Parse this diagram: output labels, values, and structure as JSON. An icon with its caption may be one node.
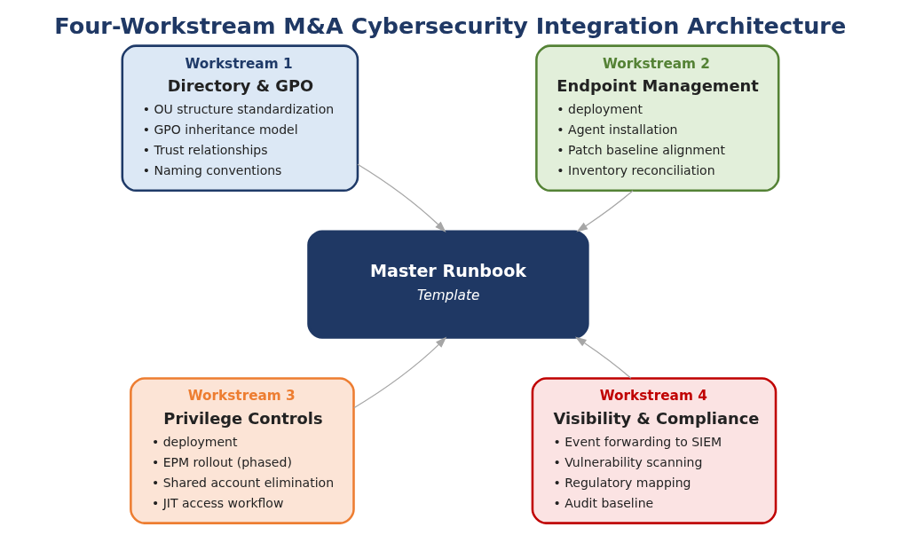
{
  "diagram": {
    "title": "Four-Workstream M&A Cybersecurity Integration Architecture",
    "nodes": [
      {
        "text": [
          "Workstream 1",
          "Directory & GPO",
          "• OU structure standardization",
          "• GPO inheritance model",
          "• Trust relationships",
          "• Naming conventions"
        ]
      },
      {
        "text": [
          "Workstream 2",
          "Endpoint Management",
          "• deployment",
          "• Agent installation",
          "• Patch baseline alignment",
          "• Inventory reconciliation"
        ]
      },
      {
        "text": [
          "Master Runbook",
          "Template"
        ]
      },
      {
        "text": [
          "Workstream 3",
          "Privilege Controls",
          "• deployment",
          "• EPM rollout (phased)",
          "• Shared account elimination",
          "• JIT access workflow"
        ]
      },
      {
        "text": [
          "Workstream 4",
          "Visibility & Compliance",
          "• Event forwarding to SIEM",
          "• Vulnerability scanning",
          "• Regulatory mapping",
          "• Audit baseline"
        ]
      }
    ],
    "edges": [
      {
        "from": 0,
        "to": 2,
        "arrow": "to"
      },
      {
        "from": 1,
        "to": 2,
        "arrow": "to"
      },
      {
        "from": 3,
        "to": 2,
        "arrow": "to"
      },
      {
        "from": 4,
        "to": 2,
        "arrow": "to"
      }
    ]
  }
}
